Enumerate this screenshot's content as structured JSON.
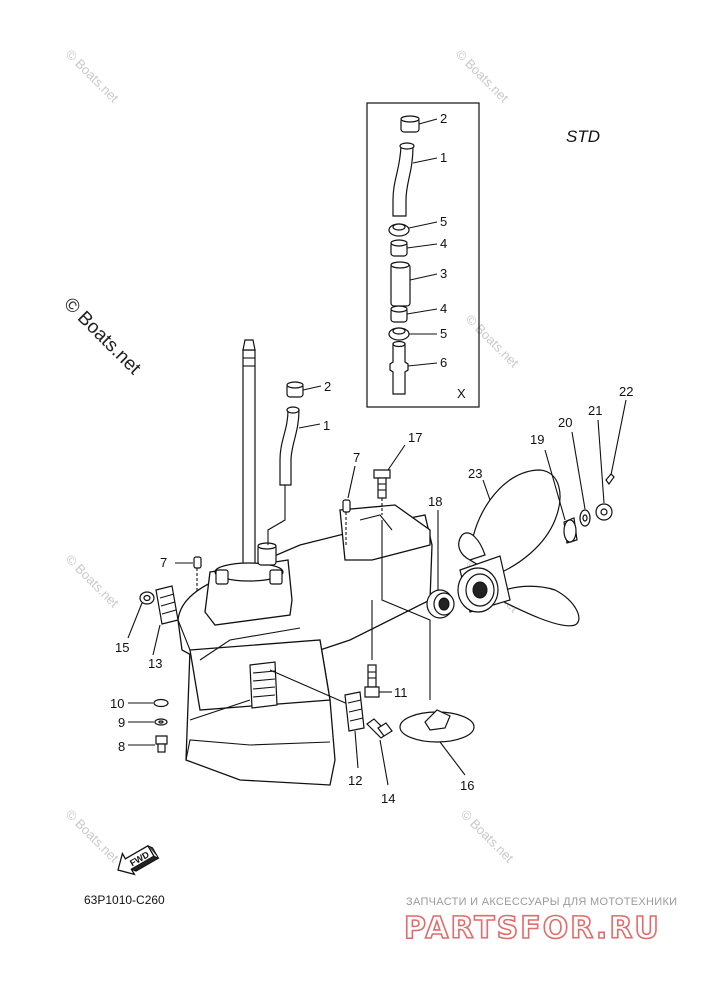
{
  "diagram": {
    "std_label": "STD",
    "inset_marker": "X",
    "diagram_code": "63P1010-C260",
    "fwd_label": "FWD",
    "watermark_text": "© Boats.net",
    "callouts": {
      "c1": "1",
      "c2": "2",
      "c3": "3",
      "c4": "4",
      "c5": "5",
      "c6": "6",
      "c7": "7",
      "c8": "8",
      "c9": "9",
      "c10": "10",
      "c11": "11",
      "c12": "12",
      "c13": "13",
      "c14": "14",
      "c15": "15",
      "c16": "16",
      "c17": "17",
      "c18": "18",
      "c19": "19",
      "c20": "20",
      "c21": "21",
      "c22": "22",
      "c23": "23"
    }
  },
  "branding": {
    "tagline": "ЗАПЧАСТИ И АКСЕССУАРЫ ДЛЯ МОТОТЕХНИКИ",
    "logo_text": "PARTSFOR.RU",
    "colors": {
      "logo": "#e26a6a",
      "watermark": "#c9c9c9"
    }
  }
}
